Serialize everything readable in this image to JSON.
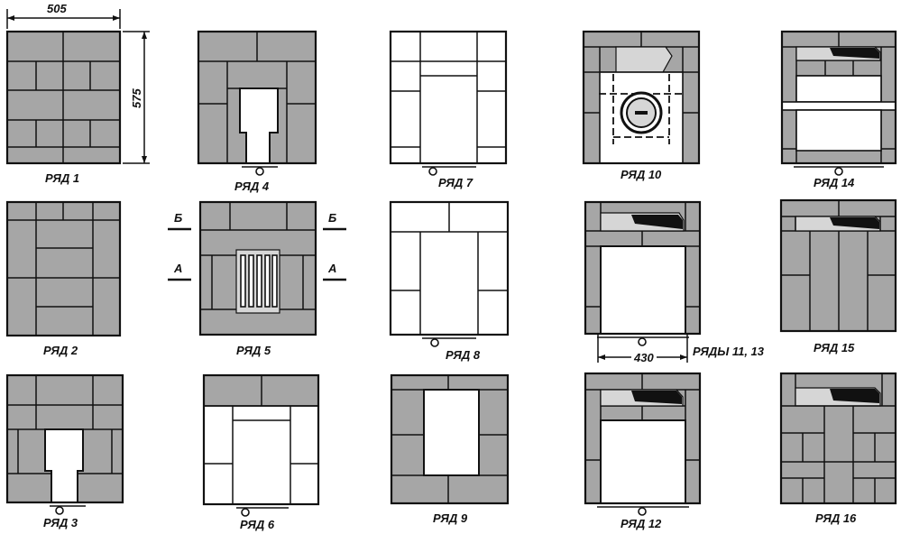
{
  "rows": {
    "r1": "РЯД 1",
    "r2": "РЯД 2",
    "r3": "РЯД  3",
    "r4": "РЯД 4",
    "r5": "РЯД 5",
    "r6": "РЯД 6",
    "r7": "РЯД 7",
    "r8": "РЯД 8",
    "r9": "РЯД 9",
    "r10": "РЯД 10",
    "r1113": "РЯДЫ 11, 13",
    "r12": "РЯД 12",
    "r14": "РЯД 14",
    "r15": "РЯД 15",
    "r16": "РЯД 16"
  },
  "dimensions": {
    "width": "505",
    "height": "575",
    "firebox": "430"
  },
  "section_marks": {
    "b": "Б",
    "a": "А"
  }
}
